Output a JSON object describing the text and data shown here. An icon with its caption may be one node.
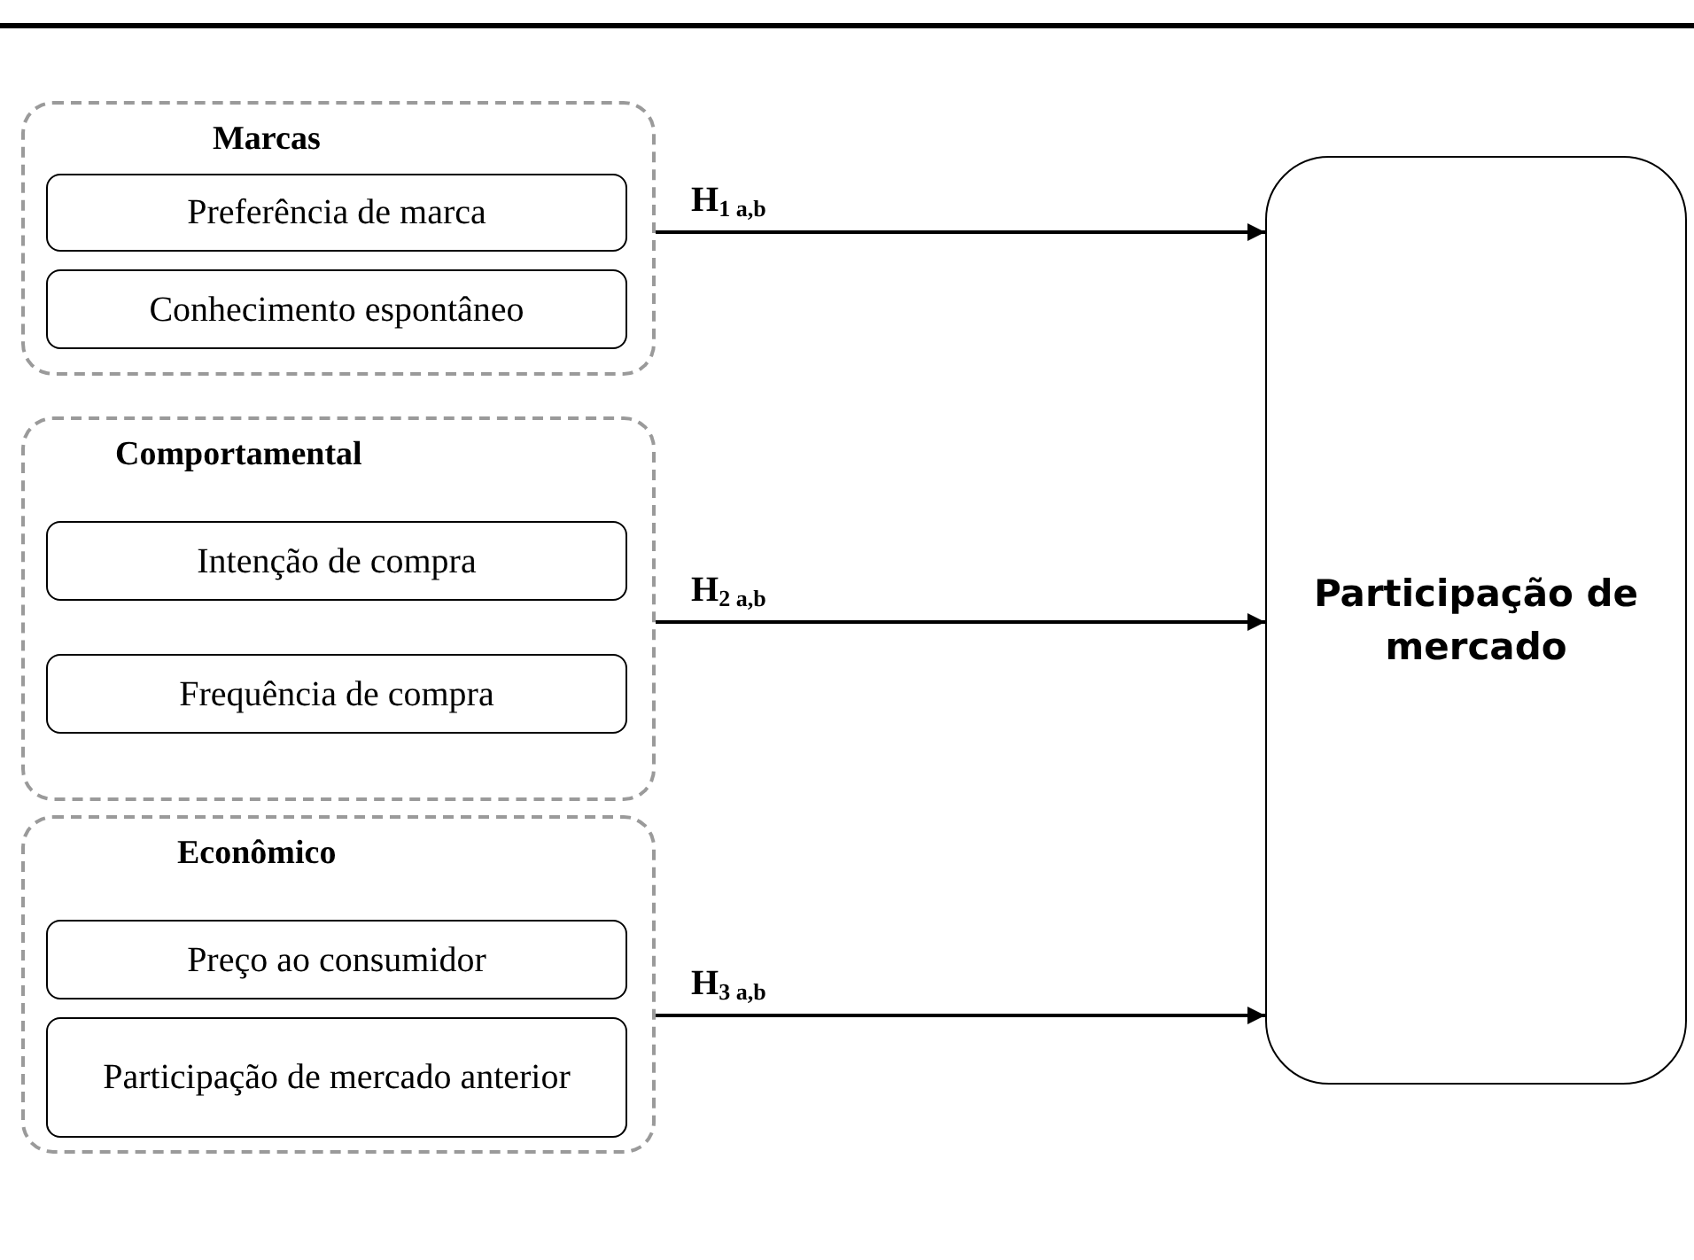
{
  "diagram": {
    "nodes": [
      {
        "text": [
          "Marcas"
        ]
      },
      {
        "text": [
          "Preferência de marca"
        ],
        "in": 0
      },
      {
        "text": [
          "Conhecimento espontâneo"
        ],
        "in": 0
      },
      {
        "text": [
          "Comportamental"
        ]
      },
      {
        "text": [
          "Intenção de compra"
        ],
        "in": 3
      },
      {
        "text": [
          "Frequência de compra"
        ],
        "in": 3
      },
      {
        "text": [
          "Econômico"
        ]
      },
      {
        "text": [
          "Preço ao consumidor"
        ],
        "in": 6
      },
      {
        "text": [
          "Participação de mercado anterior"
        ],
        "in": 6
      },
      {
        "text": [
          "Participação de mercado"
        ]
      }
    ],
    "edges": [
      {
        "from": 0,
        "to": 9,
        "arrow": "to",
        "label": "H$_{1 a,b}$"
      },
      {
        "from": 3,
        "to": 9,
        "arrow": "to",
        "label": "H$_{2 a,b}$"
      },
      {
        "from": 6,
        "to": 9,
        "arrow": "to",
        "label": "H$_{3 a,b}$"
      }
    ]
  }
}
